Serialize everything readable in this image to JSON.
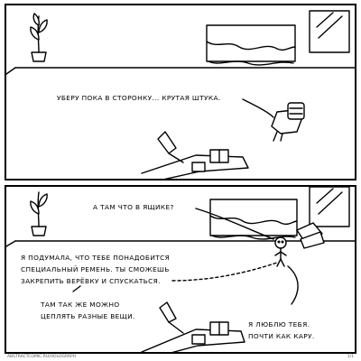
{
  "comic": {
    "panel1": {
      "caption": "Уберу пока в сторонку... Крутая штука."
    },
    "panel2": {
      "caption_question": "А там что в ящике?",
      "caption_belt": [
        "Я подумала, что тебе понадобится",
        "специальный ремень. Ты сможешь",
        "закрепить верёвку и спускаться."
      ],
      "caption_hang": [
        "Там так же можно",
        "цеплять разные вещи."
      ],
      "caption_love": [
        "Я люблю тебя.",
        "Почти как Кару."
      ]
    },
    "footer": {
      "left": "ABSTRACTCOMIC.RU/HOLOGRAPH",
      "right": "1/1"
    }
  }
}
